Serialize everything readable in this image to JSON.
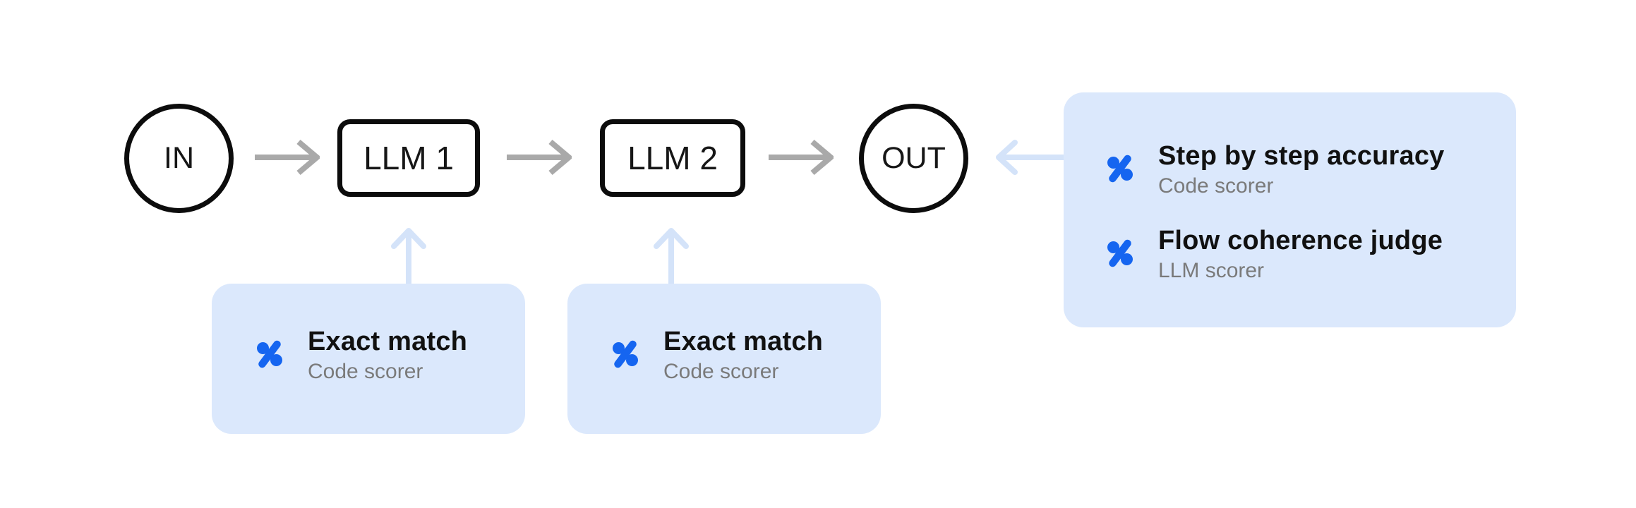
{
  "diagram": {
    "description": "Evaluation pipeline diagram: IN flows through LLM 1 and LLM 2 to OUT, with scorer cards attached to LLM 1, LLM 2 and OUT",
    "nodes": [
      {
        "id": "in",
        "shape": "circle",
        "label": "IN"
      },
      {
        "id": "llm1",
        "shape": "rect",
        "label": "LLM 1"
      },
      {
        "id": "llm2",
        "shape": "rect",
        "label": "LLM 2"
      },
      {
        "id": "out",
        "shape": "circle",
        "label": "OUT"
      }
    ],
    "flow_edges": [
      {
        "from": "in",
        "to": "llm1"
      },
      {
        "from": "llm1",
        "to": "llm2"
      },
      {
        "from": "llm2",
        "to": "out"
      }
    ],
    "cards": [
      {
        "id": "card-llm1",
        "attached_to": "llm1",
        "items": [
          {
            "icon": "percent-icon",
            "title": "Exact match",
            "subtitle": "Code scorer"
          }
        ]
      },
      {
        "id": "card-llm2",
        "attached_to": "llm2",
        "items": [
          {
            "icon": "percent-icon",
            "title": "Exact match",
            "subtitle": "Code scorer"
          }
        ]
      },
      {
        "id": "card-out",
        "attached_to": "out",
        "items": [
          {
            "icon": "percent-icon",
            "title": "Step by step accuracy",
            "subtitle": "Code scorer"
          },
          {
            "icon": "percent-icon",
            "title": "Flow coherence judge",
            "subtitle": "LLM scorer"
          }
        ]
      }
    ]
  },
  "colors": {
    "background": "#ffffff",
    "node_border": "#0c0c0c",
    "node_label": "#161616",
    "flow_arrow_gray": "#a9a9a9",
    "scorer_arrow_blue": "#d4e3f9",
    "card_background": "#dbe8fc",
    "scorer_icon_blue": "#1565f0",
    "title_text": "#111111",
    "subtitle_text": "#7a7a7a"
  }
}
